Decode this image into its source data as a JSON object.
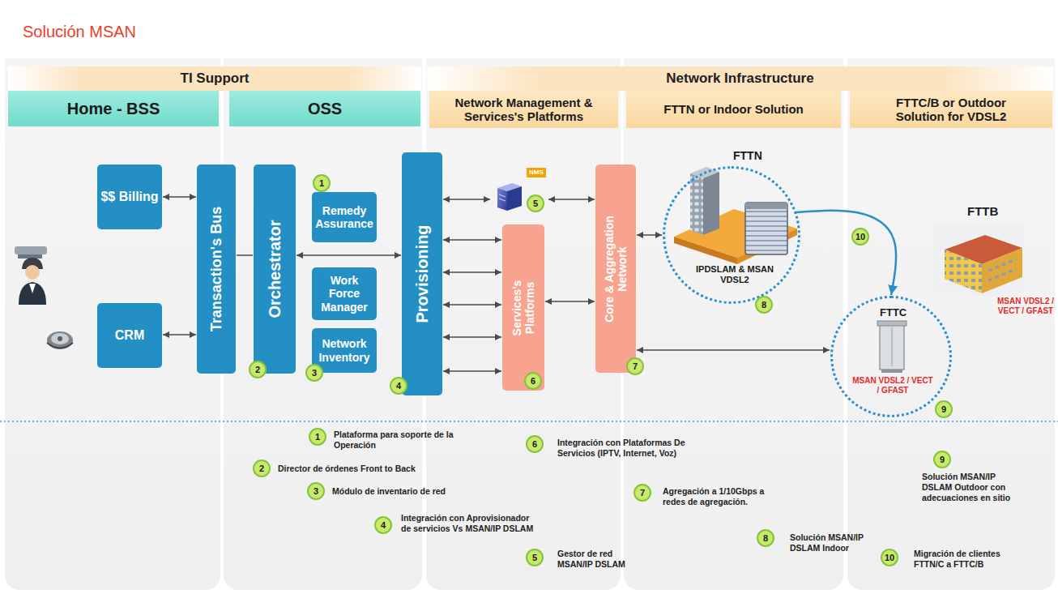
{
  "diagram": {
    "title": "Solución MSAN",
    "nodes": [
      {
        "text": [
          "TI Support"
        ]
      },
      {
        "text": [
          "Network Infrastructure"
        ]
      },
      {
        "text": [
          "Home - BSS"
        ]
      },
      {
        "text": [
          "OSS"
        ]
      },
      {
        "text": [
          "Network Management & Services's Platforms"
        ]
      },
      {
        "text": [
          "FTTN or Indoor Solution"
        ]
      },
      {
        "text": [
          "FTTC/B or Outdoor Solution for VDSL2"
        ]
      },
      {
        "text": [
          "$$ Billing"
        ]
      },
      {
        "text": [
          "CRM"
        ]
      },
      {
        "text": [
          "Transaction's Bus"
        ]
      },
      {
        "text": [
          "Orchestrator"
        ]
      },
      {
        "text": [
          "Remedy Assurance"
        ]
      },
      {
        "text": [
          "Work Force Manager"
        ]
      },
      {
        "text": [
          "Network Inventory"
        ]
      },
      {
        "text": [
          "Provisioning"
        ]
      },
      {
        "text": [
          "NMS"
        ]
      },
      {
        "text": [
          "Services's Platforms"
        ]
      },
      {
        "text": [
          "Core & Aggregation Network"
        ]
      },
      {
        "text": [
          "FTTN",
          "IPDSLAM & MSAN VDSL2"
        ]
      },
      {
        "text": [
          "FTTB",
          "MSAN VDSL2 / VECT / GFAST"
        ]
      },
      {
        "text": [
          "FTTC",
          "MSAN VDSL2 / VECT / GFAST"
        ]
      }
    ],
    "edges": [
      {
        "from": 7,
        "to": 9,
        "arrow": "both"
      },
      {
        "from": 8,
        "to": 9,
        "arrow": "both"
      },
      {
        "from": 9,
        "to": 10,
        "arrow": "none"
      },
      {
        "from": 10,
        "to": 14,
        "arrow": "both"
      },
      {
        "from": 14,
        "to": 15,
        "arrow": "both"
      },
      {
        "from": 15,
        "to": 17,
        "arrow": "both"
      },
      {
        "from": 14,
        "to": 16,
        "arrow": "both"
      },
      {
        "from": 14,
        "to": 16,
        "arrow": "both"
      },
      {
        "from": 14,
        "to": 16,
        "arrow": "both"
      },
      {
        "from": 14,
        "to": 16,
        "arrow": "both"
      },
      {
        "from": 14,
        "to": 16,
        "arrow": "both"
      },
      {
        "from": 16,
        "to": 17,
        "arrow": "both"
      },
      {
        "from": 17,
        "to": 18,
        "arrow": "both"
      },
      {
        "from": 17,
        "to": 20,
        "arrow": "both"
      },
      {
        "from": 18,
        "to": 20,
        "arrow": "to"
      }
    ],
    "labels": [
      "1",
      "2",
      "3",
      "4",
      "5",
      "6",
      "7",
      "8",
      "9",
      "10",
      "1",
      "Plataforma para soporte de la Operación",
      "2",
      "Director de órdenes Front to Back",
      "3",
      "Módulo de inventario de red",
      "4",
      "Integración con Aprovisionador de servicios Vs MSAN/IP DSLAM",
      "5",
      "Gestor de red MSAN/IP DSLAM",
      "6",
      "Integración con Plataformas De Servicios (IPTV, Internet, Voz)",
      "7",
      "Agregación a 1/10Gbps a redes de agregación.",
      "8",
      "Solución MSAN/IP DSLAM Indoor",
      "9",
      "Solución MSAN/IP DSLAM Outdoor con adecuaciones en sitio",
      "10",
      "Migración de clientes FTTN/C a FTTC/B"
    ]
  }
}
